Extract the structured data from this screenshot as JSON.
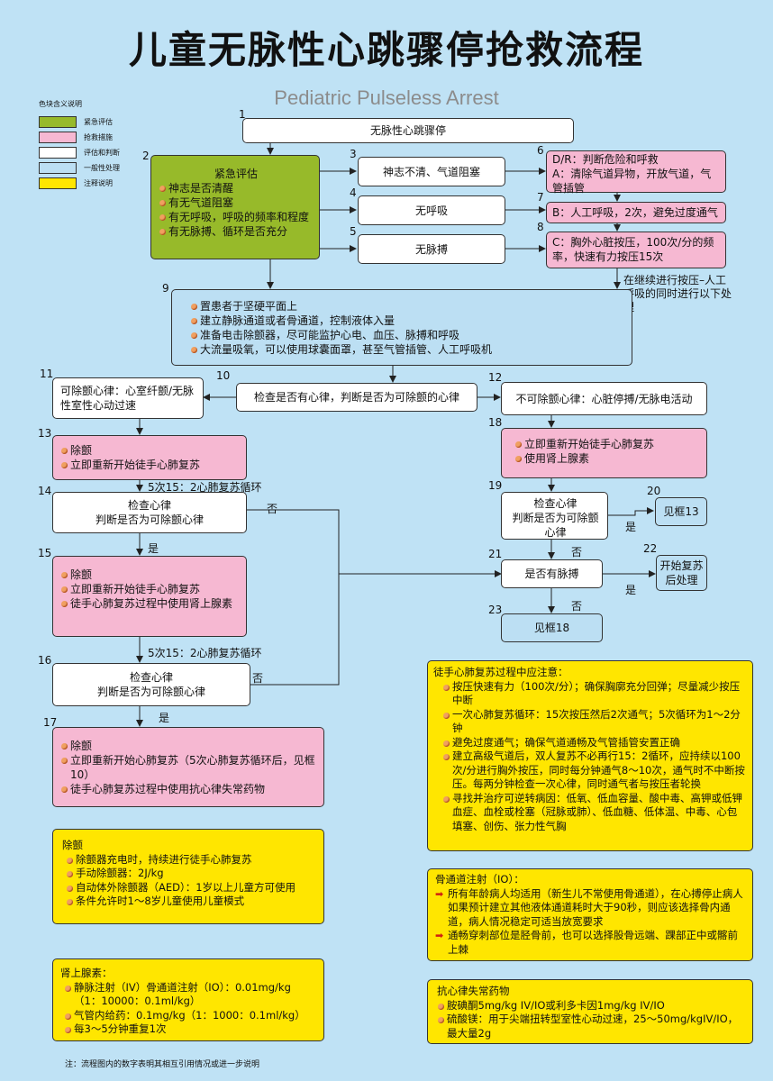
{
  "title": "儿童无脉性心跳骤停抢救流程",
  "subtitle": "Pediatric Pulseless Arrest",
  "legend": {
    "title": "色块含义说明",
    "items": [
      {
        "label": "紧急评估",
        "color": "#97ba2a"
      },
      {
        "label": "抢救措施",
        "color": "#f6b8d2"
      },
      {
        "label": "评估和判断",
        "color": "#ffffff"
      },
      {
        "label": "一般性处理",
        "color": "#bcdff3"
      },
      {
        "label": "注释说明",
        "color": "#ffe600"
      }
    ]
  },
  "nodes": {
    "n1": {
      "num": "1",
      "text": "无脉性心跳骤停"
    },
    "n2": {
      "num": "2",
      "title": "紧急评估",
      "items": [
        "神志是否清醒",
        "有无气道阻塞",
        "有无呼吸，呼吸的频率和程度",
        "有无脉搏、循环是否充分"
      ]
    },
    "n3": {
      "num": "3",
      "text": "神志不清、气道阻塞"
    },
    "n4": {
      "num": "4",
      "text": "无呼吸"
    },
    "n5": {
      "num": "5",
      "text": "无脉搏"
    },
    "n6": {
      "num": "6",
      "line1": "D/R：判断危险和呼救",
      "line2": "A：清除气道异物，开放气道，气管插管"
    },
    "n7": {
      "num": "7",
      "text": "B：人工呼吸，2次，避免过度通气"
    },
    "n8": {
      "num": "8",
      "text": "C：胸外心脏按压，100次/分的频率，快速有力按压15次"
    },
    "n8_note": "在继续进行按压–人工呼吸的同时进行以下处理",
    "n9": {
      "num": "9",
      "items": [
        "置患者于坚硬平面上",
        "建立静脉通道或者骨通道，控制液体入量",
        "准备电击除颤器，尽可能监护心电、血压、脉搏和呼吸",
        "大流量吸氧，可以使用球囊面罩，甚至气管插管、人工呼吸机"
      ]
    },
    "n10": {
      "num": "10",
      "text": "检查是否有心律，判断是否为可除颤的心律"
    },
    "n11": {
      "num": "11",
      "text": "可除颤心律：心室纤颤/无脉性室性心动过速"
    },
    "n12": {
      "num": "12",
      "text": "不可除颤心律：心脏停搏/无脉电活动"
    },
    "n13": {
      "num": "13",
      "items": [
        "除颤",
        "立即重新开始徒手心肺复苏"
      ]
    },
    "n14": {
      "num": "14",
      "line1": "检查心律",
      "line2": "判断是否为可除颤心律"
    },
    "n15": {
      "num": "15",
      "items": [
        "除颤",
        "立即重新开始徒手心肺复苏",
        "徒手心肺复苏过程中使用肾上腺素"
      ]
    },
    "n16": {
      "num": "16",
      "line1": "检查心律",
      "line2": "判断是否为可除颤心律"
    },
    "n17": {
      "num": "17",
      "items": [
        "除颤",
        "立即重新开始心肺复苏（5次心肺复苏循环后，见框10）",
        "徒手心肺复苏过程中使用抗心律失常药物"
      ]
    },
    "n18": {
      "num": "18",
      "items": [
        "立即重新开始徒手心肺复苏",
        "使用肾上腺素"
      ]
    },
    "n19": {
      "num": "19",
      "line1": "检查心律",
      "line2": "判断是否为可除颤心律"
    },
    "n20": {
      "num": "20",
      "text": "见框13"
    },
    "n21": {
      "num": "21",
      "text": "是否有脉搏"
    },
    "n22": {
      "num": "22",
      "text": "开始复苏后处理"
    },
    "n23": {
      "num": "23",
      "text": "见框18"
    }
  },
  "edge_labels": {
    "cycle1": "5次15：2心肺复苏循环",
    "cycle2": "5次15：2心肺复苏循环",
    "yes": "是",
    "no": "否"
  },
  "notes": {
    "cpr": {
      "title": "徒手心肺复苏过程中应注意：",
      "items": [
        "按压快速有力（100次/分）；确保胸廓充分回弹；尽量减少按压中断",
        "一次心肺复苏循环：15次按压然后2次通气；5次循环为1～2分钟",
        "避免过度通气；确保气道通畅及气管插管安置正确",
        "建立高级气道后，双人复苏不必再行15：2循环，应持续以100次/分进行胸外按压，同时每分钟通气8～10次，通气时不中断按压。每两分钟检查一次心律，同时通气者与按压者轮换",
        "寻找并治疗可逆转病因：低氧、低血容量、酸中毒、高钾或低钾血症、血栓或栓塞（冠脉或肺）、低血糖、低体温、中毒、心包填塞、创伤、张力性气胸"
      ]
    },
    "defib": {
      "title": "除颤",
      "items": [
        "除颤器充电时，持续进行徒手心肺复苏",
        "手动除颤器：2J/kg",
        "自动体外除颤器（AED）：1岁以上儿童方可使用",
        "条件允许时1～8岁儿童使用儿童模式"
      ]
    },
    "io": {
      "title": "骨通道注射（IO）：",
      "items": [
        "所有年龄病人均适用（新生儿不常使用骨通道），在心搏停止病人如果预计建立其他液体通道耗时大于90秒，则应该选择骨内通道，病人情况稳定可适当放宽要求",
        "通畅穿刺部位是胫骨前，也可以选择股骨远端、踝部正中或髂前上棘"
      ]
    },
    "epi": {
      "title": "肾上腺素：",
      "items": [
        "静脉注射（IV）骨通道注射（IO）：0.01mg/kg（1：10000：0.1ml/kg）",
        "气管内给药：0.1mg/kg（1：1000：0.1ml/kg）",
        "每3～5分钟重复1次"
      ]
    },
    "antiarr": {
      "title": "抗心律失常药物",
      "items": [
        "胺碘酮5mg/kg IV/IO或利多卡因1mg/kg IV/IO",
        "硫酸镁：用于尖端扭转型室性心动过速，25～50mg/kgIV/IO，最大量2g"
      ]
    }
  },
  "footnote": "注：流程图内的数字表明其相互引用情况或进一步说明"
}
